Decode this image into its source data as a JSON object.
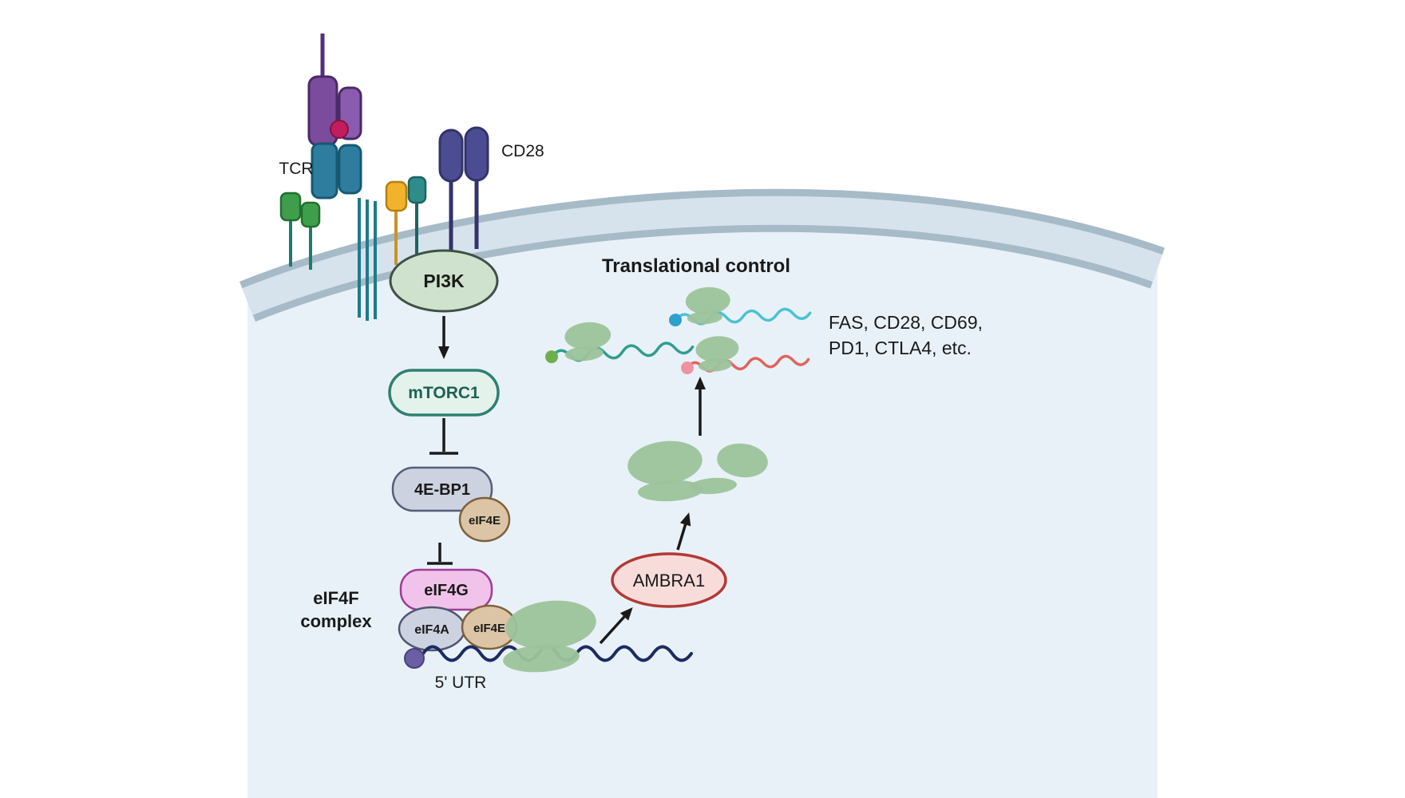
{
  "receptors": {
    "tcr": "TCR",
    "cd28": "CD28"
  },
  "pathway": {
    "pi3k": "PI3K",
    "mtorc1": "mTORC1",
    "four_e_bp1": "4E-BP1",
    "eif4e": "eIF4E",
    "eif4g": "eIF4G",
    "eif4a": "eIF4A",
    "eif4f_complex": [
      "eIF4F",
      "complex"
    ],
    "five_prime_utr": "5' UTR",
    "ambra1": "AMBRA1"
  },
  "output": {
    "title": "Translational control",
    "targets": [
      "FAS, CD28, CD69,",
      "PD1, CTLA4, etc."
    ]
  },
  "colors": {
    "ink": "#1a1a1a",
    "cell_interior": "#e9f1f8",
    "membrane_edge": "#a7bac7",
    "membrane_band": "#d7e3ec",
    "tcr_purple": "#7b4b9e",
    "tcr_teal": "#2e7d9e",
    "tcr_dot": "#c21d5e",
    "cd3_green": "#3f9e4c",
    "chain_yellow": "#f2b32c",
    "chain_teal": "#2e8d8a",
    "cd28_indigo": "#4c4c93",
    "pi3k_fill": "#cfe2cd",
    "mtorc1_fill": "#e4f2ec",
    "bp1_fill": "#ccd2e0",
    "eif4e_fill": "#dcc5a6",
    "eif4g_fill": "#f1c3ea",
    "eif4a_fill": "#ccd2e0",
    "ambra1_fill": "#f8dcda",
    "ribosome": "#9cc39b",
    "mrna_navy": "#1d2a63",
    "mrna_teal": "#2f9e8e",
    "mrna_cyan": "#49c2d4",
    "mrna_coral": "#e0635c",
    "cap_purple": "#6a5fa5",
    "dot_green": "#6fae4e",
    "dot_blue": "#2f9fd0",
    "dot_pink": "#ef93a4"
  }
}
